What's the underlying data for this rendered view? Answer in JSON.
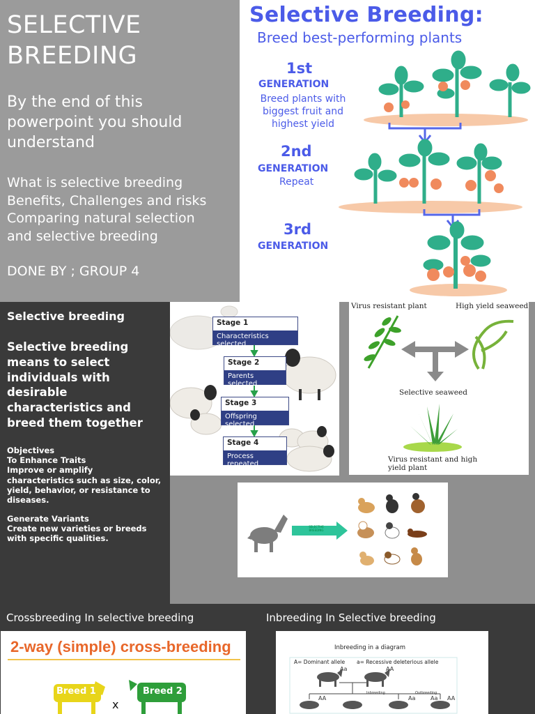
{
  "slide": {
    "title_line1": "SELECTIVE",
    "title_line2": "BREEDING",
    "intro_line1": "By the end of this",
    "intro_line2": "powerpoint you should",
    "intro_line3": "understand",
    "topics": [
      "What is selective breeding",
      "Benefits, Challenges and risks",
      "Comparing natural selection",
      "and selective breeding"
    ],
    "done_by": "DONE BY ; GROUP 4"
  },
  "infographic": {
    "title": "Selective Breeding:",
    "subtitle": "Breed best-performing plants",
    "gen1_num": "1st",
    "gen1_label": "GENERATION",
    "gen1_desc1": "Breed plants with",
    "gen1_desc2": "biggest fruit and",
    "gen1_desc3": "highest yield",
    "gen2_num": "2nd",
    "gen2_label": "GENERATION",
    "gen2_desc": "Repeat",
    "gen3_num": "3rd",
    "gen3_label": "GENERATION",
    "colors": {
      "blue": "#4b5be8",
      "leaf": "#2fae8a",
      "fruit": "#f08a5d",
      "soil": "#f7c9a8"
    }
  },
  "definition": {
    "heading": "Selective breeding",
    "body_lines": [
      "Selective breeding",
      "means to select",
      "individuals with",
      "desirable",
      "characteristics  and",
      "breed them together"
    ],
    "objectives_lines": [
      "Objectives",
      "To Enhance Traits",
      "Improve or amplify",
      "characteristics such as size, color,",
      "yield, behavior, or resistance to",
      "diseases."
    ],
    "variants_lines": [
      "Generate Variants",
      "Create new varieties or breeds",
      "with specific qualities."
    ]
  },
  "stages": [
    {
      "title": "Stage 1",
      "desc": "Characteristics selected"
    },
    {
      "title": "Stage 2",
      "desc": "Parents selected"
    },
    {
      "title": "Stage 3",
      "desc": "Offspring selected"
    },
    {
      "title": "Stage 4",
      "desc": "Process repeated"
    }
  ],
  "seaweed": {
    "left_label": "Virus resistant plant",
    "right_label": "High yield  seaweed",
    "middle_label": "Selective seaweed",
    "bottom_line1": "Virus resistant and high",
    "bottom_line2": "yield plant"
  },
  "dogs": {
    "arrow_line1": "SELECTIVE",
    "arrow_line2": "BREEDING"
  },
  "bottom": {
    "cross_label": "Crossbreeding In selective breeding",
    "inbreed_label": "Inbreeding In Selective breeding",
    "cross_title": "2-way (simple) cross-breeding",
    "breed1": "Breed 1",
    "breed2": "Breed 2",
    "times": "x",
    "inbreed_title": "Inbreeding in a diagram",
    "dominant": "A= Dominant allele",
    "recessive": "a= Recessive deleterious allele",
    "genotypes": [
      "Aa",
      "AA",
      "AA",
      "Aa",
      "Aa",
      "AA"
    ],
    "inbreeding_tag": "Inbreeding",
    "outbreeding_tag": "Outbreeding"
  }
}
